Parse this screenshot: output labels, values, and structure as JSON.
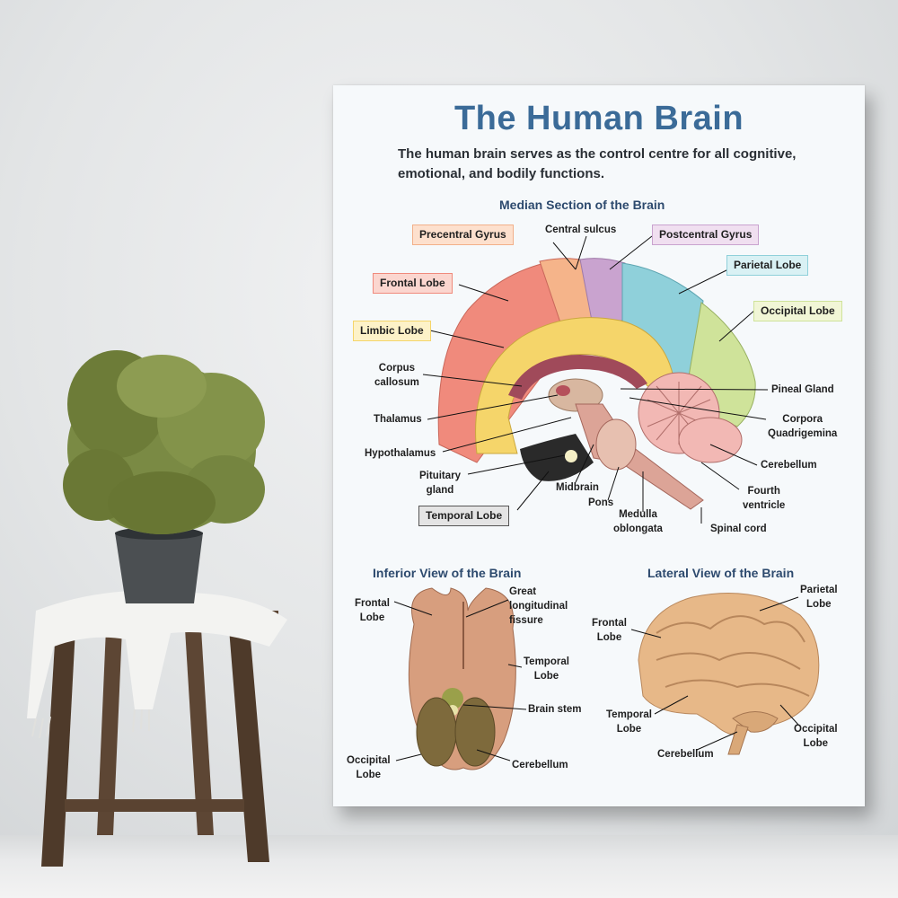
{
  "poster": {
    "title": "The Human Brain",
    "subtitle": "The human brain serves as the control centre for all cognitive, emotional, and bodily functions."
  },
  "median_section": {
    "title": "Median Section of the Brain",
    "boxed_labels": {
      "precentral_gyrus": "Precentral Gyrus",
      "postcentral_gyrus": "Postcentral Gyrus",
      "parietal_lobe": "Parietal Lobe",
      "frontal_lobe": "Frontal Lobe",
      "occipital_lobe": "Occipital Lobe",
      "limbic_lobe": "Limbic Lobe",
      "temporal_lobe": "Temporal Lobe"
    },
    "labels": {
      "central_sulcus": "Central sulcus",
      "corpus_callosum": "Corpus\ncallosum",
      "thalamus": "Thalamus",
      "hypothalamus": "Hypothalamus",
      "pituitary_gland": "Pituitary\ngland",
      "midbrain": "Midbrain",
      "pons": "Pons",
      "medulla_oblongata": "Medulla\noblongata",
      "spinal_cord": "Spinal cord",
      "pineal_gland": "Pineal Gland",
      "corpora_quadrigemina": "Corpora\nQuadrigemina",
      "cerebellum": "Cerebellum",
      "fourth_ventricle": "Fourth\nventricle"
    },
    "colors": {
      "frontal": "#f08a7c",
      "limbic": "#f5d56a",
      "precentral": "#f5b48a",
      "postcentral": "#c9a3cf",
      "parietal": "#8fd0da",
      "occipital": "#cfe39a",
      "cerebellum": "#f2b8b4",
      "temporal": "#2a2a2a"
    }
  },
  "inferior_view": {
    "title": "Inferior View of the Brain",
    "labels": {
      "frontal_lobe": "Frontal\nLobe",
      "great_longitudinal_fissure": "Great\nlongitudinal\nfissure",
      "temporal_lobe": "Temporal\nLobe",
      "brain_stem": "Brain stem",
      "cerebellum": "Cerebellum",
      "occipital_lobe": "Occipital\nLobe"
    }
  },
  "lateral_view": {
    "title": "Lateral View of the Brain",
    "labels": {
      "parietal_lobe": "Parietal\nLobe",
      "frontal_lobe": "Frontal\nLobe",
      "temporal_lobe": "Temporal\nLobe",
      "cerebellum": "Cerebellum",
      "occipital_lobe": "Occipital\nLobe"
    }
  }
}
